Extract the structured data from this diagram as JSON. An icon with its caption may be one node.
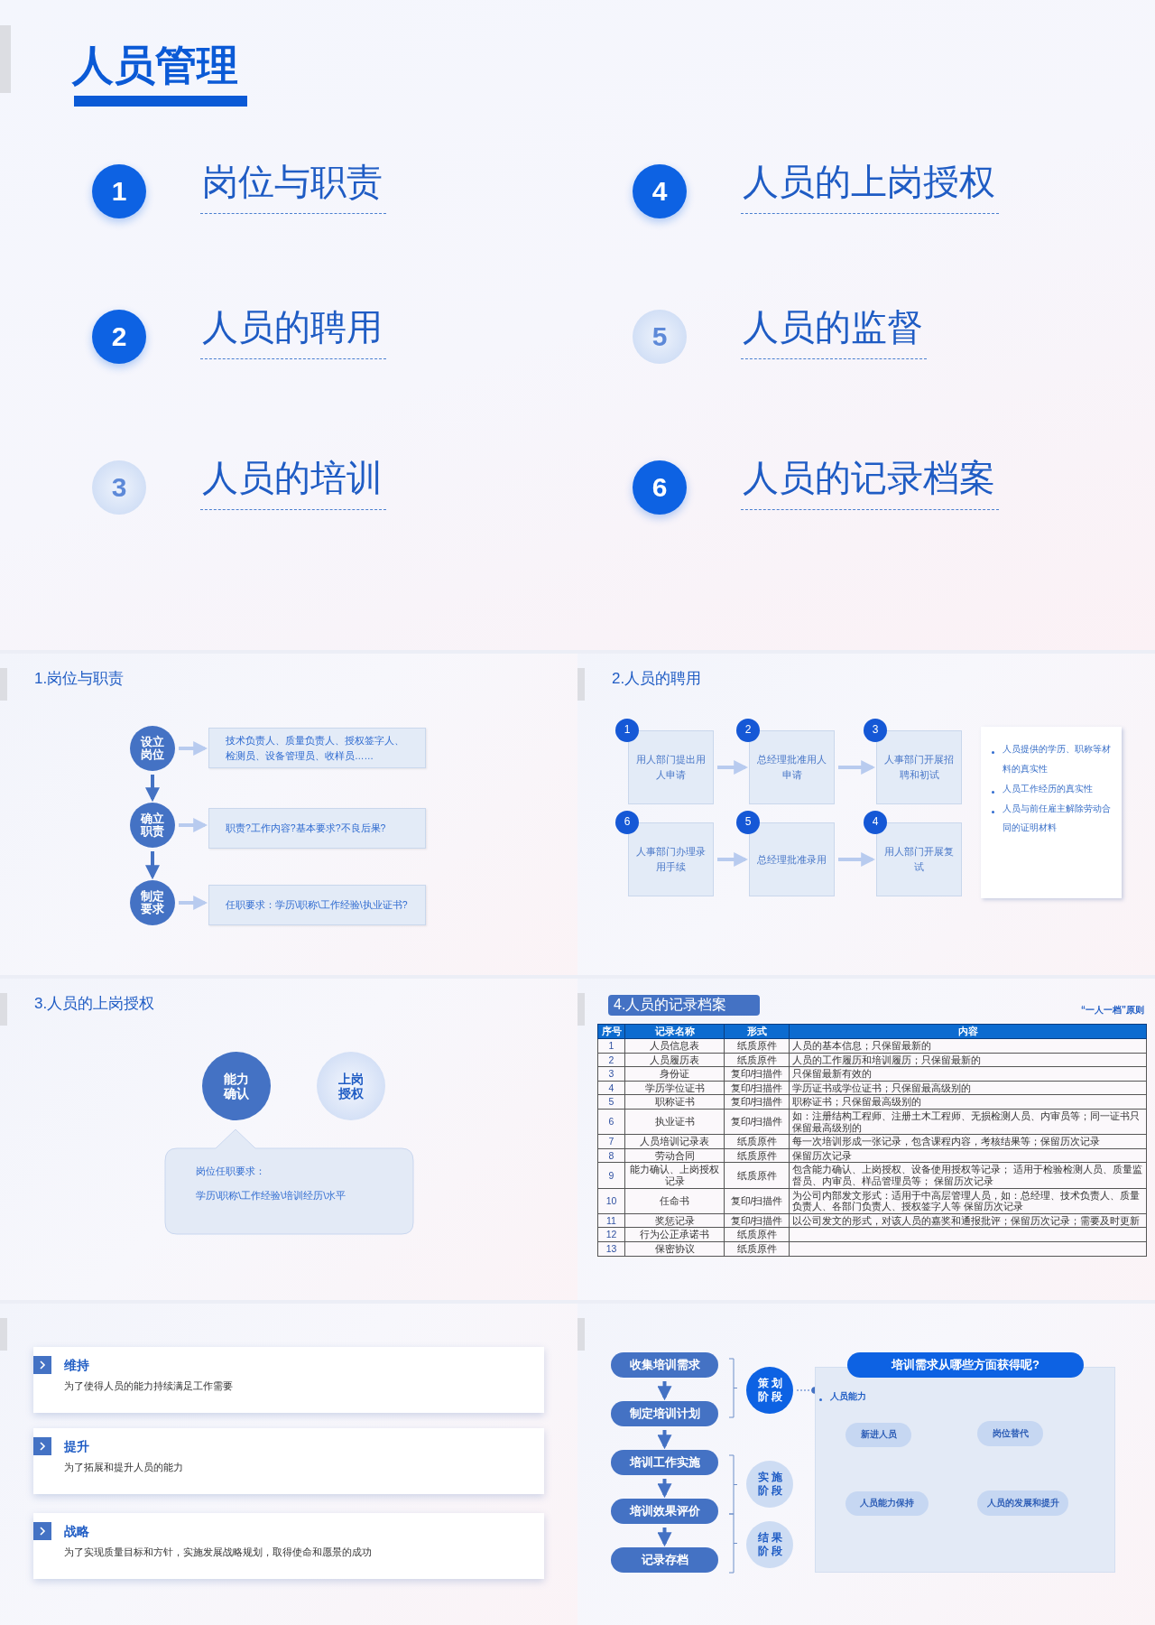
{
  "diagram": {
    "title": "人员管理",
    "nodes": [
      {
        "text": [
          "1"
        ],
        "beside": [
          "岗位与职责"
        ]
      },
      {
        "text": [
          "4"
        ],
        "beside": [
          "人员的上岗授权"
        ]
      },
      {
        "text": [
          "2"
        ],
        "beside": [
          "人员的聘用"
        ]
      },
      {
        "text": [
          "5"
        ],
        "beside": [
          "人员的监督"
        ]
      },
      {
        "text": [
          "3"
        ],
        "beside": [
          "人员的培训"
        ]
      },
      {
        "text": [
          "6"
        ],
        "beside": [
          "人员的记录档案"
        ]
      },
      {
        "text": [
          "设立岗位"
        ]
      },
      {
        "text": [
          "技术负责人、质量负责人、授权签字人、检测员、设备管理员、收样员……"
        ]
      },
      {
        "text": [
          "确立职责"
        ]
      },
      {
        "text": [
          "职责?工作内容?基本要求?不良后果?"
        ]
      },
      {
        "text": [
          "制定要求"
        ]
      },
      {
        "text": [
          "任职要求：学历\\职称\\工作经验\\执业证书?"
        ]
      },
      {
        "text": [
          "1",
          "用人部门提出用人申请"
        ]
      },
      {
        "text": [
          "2",
          "总经理批准用人申请"
        ]
      },
      {
        "text": [
          "3",
          "人事部门开展招聘和初试"
        ]
      },
      {
        "text": [
          "人员提供的学历、职称等材料的真实性",
          "人员工作经历的真实性",
          "人员与前任雇主解除劳动合同的证明材料"
        ]
      },
      {
        "text": [
          "6",
          "人事部门办理录用手续"
        ]
      },
      {
        "text": [
          "5",
          "总经理批准录用"
        ]
      },
      {
        "text": [
          "4",
          "用人部门开展复试"
        ]
      },
      {
        "text": [
          "能力确认"
        ]
      },
      {
        "text": [
          "上岗授权"
        ]
      },
      {
        "text": [
          "岗位任职要求：",
          "学历\\职称\\工作经验\\培训经历\\水平"
        ]
      },
      {
        "text": [
          "4.人员的记录档案"
        ]
      },
      {
        "text": [
          "维持",
          "为了使得人员的能力持续满足工作需要"
        ]
      },
      {
        "text": [
          "提升",
          "为了拓展和提升人员的能力"
        ]
      },
      {
        "text": [
          "战略",
          "为了实现质量目标和方针，实施发展战略规划，取得使命和愿景的成功"
        ]
      },
      {
        "text": [
          "收集培训需求"
        ]
      },
      {
        "text": [
          "制定培训计划"
        ]
      },
      {
        "text": [
          "培训工作实施"
        ]
      },
      {
        "text": [
          "培训效果评价"
        ]
      },
      {
        "text": [
          "记录存档"
        ]
      },
      {
        "text": [
          "策划阶段"
        ]
      },
      {
        "text": [
          "实施阶段"
        ]
      },
      {
        "text": [
          "结果阶段"
        ]
      },
      {
        "text": [
          "培训需求从哪些方面获得呢?"
        ]
      },
      {
        "text": [
          "人员能力"
        ]
      },
      {
        "text": [
          "新进人员"
        ],
        "in": 35
      },
      {
        "text": [
          "岗位替代"
        ],
        "in": 35
      },
      {
        "text": [
          "人员能力保持"
        ],
        "in": 35
      },
      {
        "text": [
          "人员的发展和提升"
        ],
        "in": 35
      }
    ],
    "edges": [
      {
        "from": 6,
        "to": 7,
        "arrow": "to",
        "color": "#b8cbef"
      },
      {
        "from": 8,
        "to": 9,
        "arrow": "to",
        "color": "#b8cbef"
      },
      {
        "from": 10,
        "to": 11,
        "arrow": "to",
        "color": "#b8cbef"
      },
      {
        "from": 6,
        "to": 8,
        "arrow": "to",
        "color": "#4472c4"
      },
      {
        "from": 8,
        "to": 10,
        "arrow": "to",
        "color": "#4472c4"
      },
      {
        "from": 12,
        "to": 13,
        "arrow": "to",
        "color": "#b8cbef"
      },
      {
        "from": 13,
        "to": 14,
        "arrow": "to",
        "color": "#b8cbef"
      },
      {
        "from": 16,
        "to": 17,
        "arrow": "to",
        "color": "#b8cbef"
      },
      {
        "from": 17,
        "to": 18,
        "arrow": "to",
        "color": "#b8cbef"
      },
      {
        "from": 26,
        "to": 27,
        "arrow": "to",
        "color": "#4472c4"
      },
      {
        "from": 27,
        "to": 28,
        "arrow": "to",
        "color": "#4472c4"
      },
      {
        "from": 28,
        "to": 29,
        "arrow": "to",
        "color": "#4472c4"
      },
      {
        "from": 29,
        "to": 30,
        "arrow": "to",
        "color": "#4472c4"
      },
      {
        "from": 31,
        "to": 35,
        "arrow": "other",
        "style": "dashed",
        "color": "#4472c4"
      }
    ],
    "labels": [
      "1.岗位与职责",
      "2.人员的聘用",
      "3.人员的上岗授权",
      "“一人一档”原则",
      "序号",
      "记录名称",
      "形式",
      "内容",
      "1",
      "人员信息表",
      "纸质原件",
      "人员的基本信息；只保留最新的",
      "2",
      "人员履历表",
      "纸质原件",
      "人员的工作履历和培训履历；只保留最新的",
      "3",
      "身份证",
      "复印/扫描件",
      "只保留最新有效的",
      "4",
      "学历学位证书",
      "复印/扫描件",
      "学历证书或学位证书；只保留最高级别的",
      "5",
      "职称证书",
      "复印/扫描件",
      "职称证书；只保留最高级别的",
      "6",
      "执业证书",
      "复印/扫描件",
      "如：注册结构工程师、注册土木工程师、无损检测人员、内审员等；同一证书只保留最高级别的",
      "7",
      "人员培训记录表",
      "纸质原件",
      "每一次培训形成一张记录，包含课程内容，考核结果等；保留历次记录",
      "8",
      "劳动合同",
      "纸质原件",
      "保留历次记录",
      "9",
      "能力确认、上岗授权记录",
      "纸质原件",
      "包含能力确认、上岗授权、设备使用授权等记录； 适用于检验检测人员、质量监督员、内审员、样品管理员等； 保留历次记录",
      "10",
      "任命书",
      "复印/扫描件",
      "为公司内部发文形式：适用于中高层管理人员，如：总经理、技术负责人、质量负责人、各部门负责人、授权签字人等 保留历次记录",
      "11",
      "奖惩记录",
      "复印/扫描件",
      "以公司发文的形式，对该人员的嘉奖和通报批评；保留历次记录；需要及时更新",
      "12",
      "行为公正承诺书",
      "纸质原件",
      "13",
      "保密协议",
      "纸质原件"
    ]
  }
}
